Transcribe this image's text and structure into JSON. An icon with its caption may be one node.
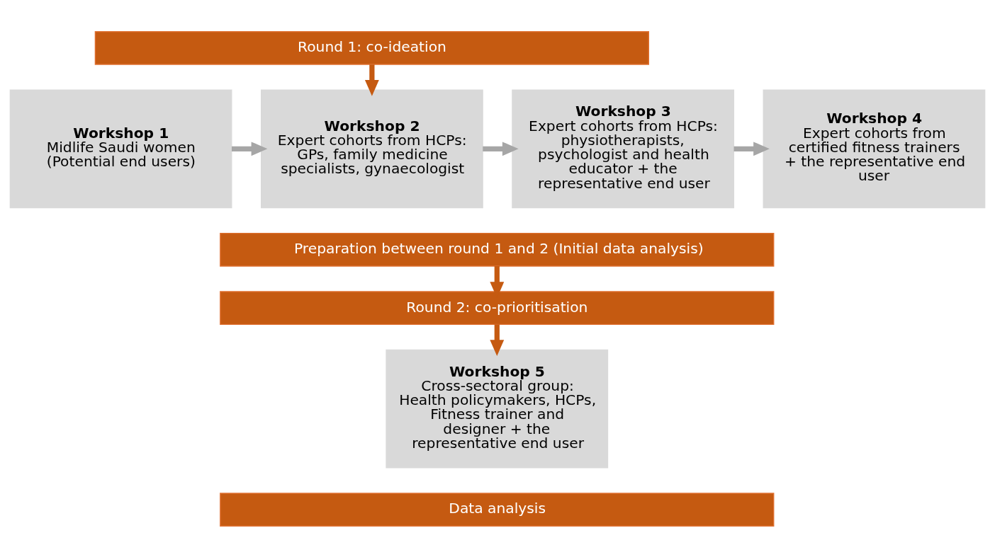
{
  "diagram": {
    "nodes": [
      {
        "text": [
          "Round 1: co-ideation"
        ]
      },
      {
        "text": [
          "Workshop 1",
          "Midlife Saudi women (Potential end users)"
        ]
      },
      {
        "text": [
          "Workshop 2",
          "Expert cohorts from HCPs: GPs, family medicine specialists, gynaecologist"
        ]
      },
      {
        "text": [
          "Workshop 3",
          "Expert cohorts from HCPs: physiotherapists, psychologist and health educator + the representative end user"
        ]
      },
      {
        "text": [
          "Workshop 4",
          "Expert cohorts from certified fitness trainers + the representative end user"
        ]
      },
      {
        "text": [
          "Preparation between round 1 and 2 (Initial data analysis)"
        ]
      },
      {
        "text": [
          "Round 2: co-prioritisation"
        ]
      },
      {
        "text": [
          "Workshop 5",
          "Cross-sectoral group: Health policymakers, HCPs, Fitness trainer and designer + the representative end user"
        ]
      },
      {
        "text": [
          "Data analysis"
        ]
      }
    ],
    "edges": [
      {
        "from": 0,
        "to": 2,
        "arrow": "to",
        "color": "#c55a11"
      },
      {
        "from": 1,
        "to": 2,
        "arrow": "to",
        "color": "#a6a6a6"
      },
      {
        "from": 2,
        "to": 3,
        "arrow": "to",
        "color": "#a6a6a6"
      },
      {
        "from": 3,
        "to": 4,
        "arrow": "to",
        "color": "#a6a6a6"
      },
      {
        "from": 5,
        "to": 6,
        "arrow": "to",
        "color": "#c55a11"
      },
      {
        "from": 6,
        "to": 7,
        "arrow": "to",
        "color": "#c55a11"
      }
    ]
  }
}
